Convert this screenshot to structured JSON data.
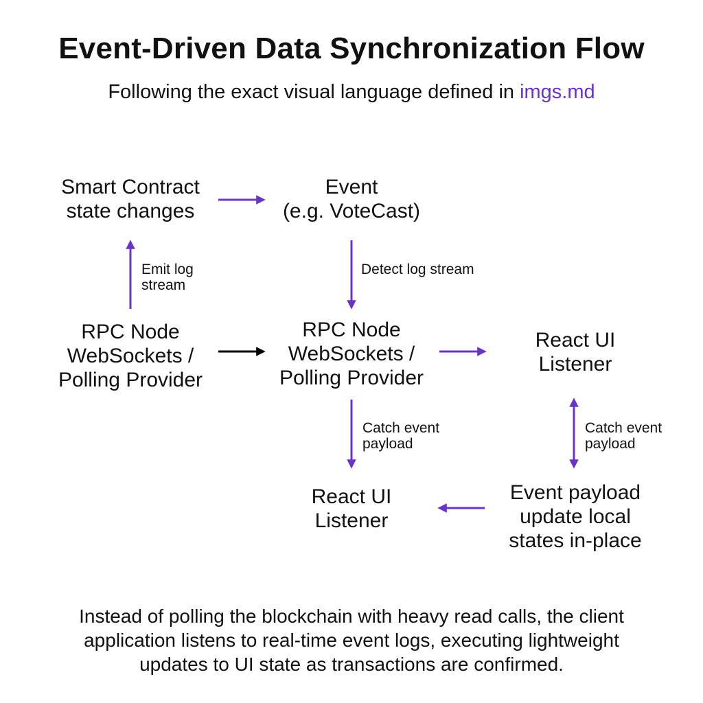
{
  "title": "Event-Driven Data Synchronization Flow",
  "subtitle": {
    "prefix": "Following the exact visual language defined in",
    "link": "imgs.md"
  },
  "colors": {
    "accent": "#6a34c6",
    "text": "#111111",
    "black_arrow": "#000000"
  },
  "nodes": {
    "smart_contract": {
      "lines": [
        "Smart Contract",
        "state changes"
      ]
    },
    "event": {
      "lines": [
        "Event",
        "(e.g. VoteCast)"
      ]
    },
    "rpc_left": {
      "lines": [
        "RPC Node",
        "WebSockets /",
        "Polling Provider"
      ]
    },
    "rpc_center": {
      "lines": [
        "RPC Node",
        "WebSockets /",
        "Polling Provider"
      ]
    },
    "react_right": {
      "lines": [
        "React UI",
        "Listener"
      ]
    },
    "react_bottom": {
      "lines": [
        "React UI",
        "Listener"
      ]
    },
    "event_payload": {
      "lines": [
        "Event payload",
        "update local",
        "states in-place"
      ]
    }
  },
  "edge_labels": {
    "emit_log": [
      "Emit log",
      "stream"
    ],
    "detect_log": [
      "Detect log stream"
    ],
    "catch_center": [
      "Catch event",
      "payload"
    ],
    "catch_right": [
      "Catch event",
      "payload"
    ]
  },
  "footer": {
    "lines": [
      "Instead of polling the blockchain with heavy read calls, the client",
      "application listens to real-time event logs, executing lightweight",
      "updates to UI state as transactions are confirmed."
    ]
  }
}
